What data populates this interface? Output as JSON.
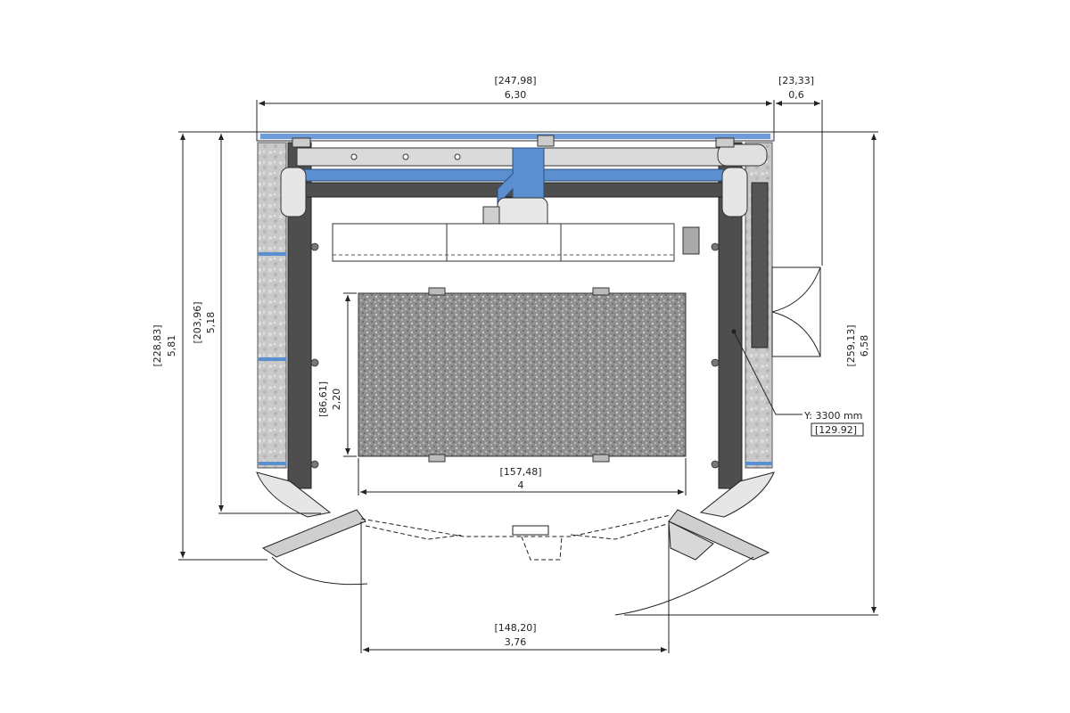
{
  "colors": {
    "accent_blue": "#5b8fd0",
    "column_dark": "#505050",
    "beam_gray": "#d9d9d9",
    "slab_granite": "#9a9a9a",
    "line": "#222222"
  },
  "dimensions": {
    "overall_width_in": "[247,98]",
    "overall_width_m": "6,30",
    "side_offset_in": "[23,33]",
    "side_offset_m": "0,6",
    "left_outer_in": "[228,83]",
    "left_outer_m": "5,81",
    "left_inner_in": "[203,96]",
    "left_inner_m": "5,18",
    "slab_height_in": "[86,61]",
    "slab_height_m": "2,20",
    "slab_width_in": "[157,48]",
    "slab_width_m": "4",
    "right_total_in": "[259,13]",
    "right_total_m": "6,58",
    "door_width_in": "[148,20]",
    "door_width_m": "3,76"
  },
  "callout": {
    "line1": "Y: 3300 mm",
    "line2": "[129.92]"
  }
}
